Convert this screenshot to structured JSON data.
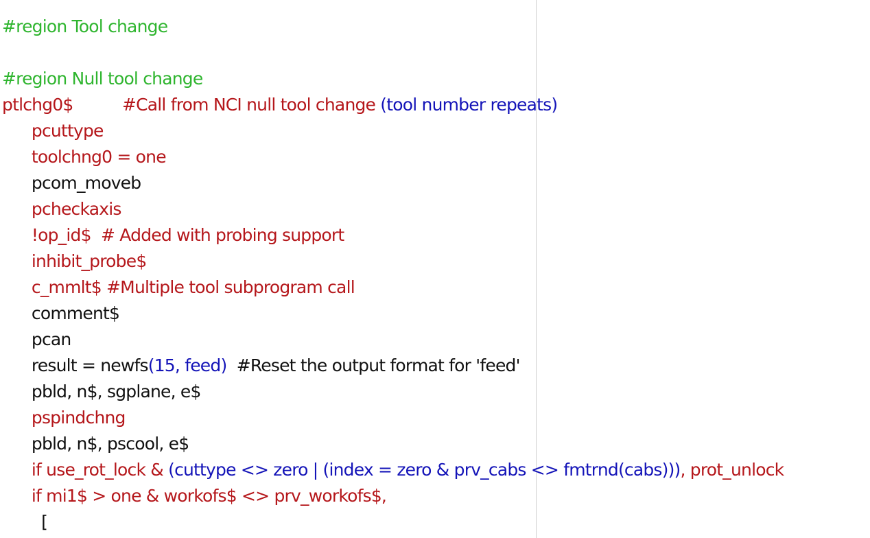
{
  "colors": {
    "region": "#2fb52f",
    "keyword_red": "#b5171b",
    "operand_blue": "#1414b8",
    "plain_black": "#111111",
    "margin_guide": "#cfcfcf",
    "background": "#ffffff"
  },
  "editor": {
    "lines": [
      [
        {
          "text": "#region Tool change",
          "color": "green"
        }
      ],
      [],
      [
        {
          "text": "#region Null tool change",
          "color": "green"
        }
      ],
      [
        {
          "text": "ptlchg0$          #Call from NCI null tool change ",
          "color": "red"
        },
        {
          "text": "(tool number repeats)",
          "color": "blue"
        }
      ],
      [
        {
          "text": "      pcuttype",
          "color": "red"
        }
      ],
      [
        {
          "text": "      toolchng0 = one",
          "color": "red"
        }
      ],
      [
        {
          "text": "      pcom_moveb",
          "color": "black"
        }
      ],
      [
        {
          "text": "      pcheckaxis",
          "color": "red"
        }
      ],
      [
        {
          "text": "      !op_id$  # Added with probing support",
          "color": "red"
        }
      ],
      [
        {
          "text": "      inhibit_probe$",
          "color": "red"
        }
      ],
      [
        {
          "text": "      c_mmlt$ #Multiple tool subprogram call",
          "color": "red"
        }
      ],
      [
        {
          "text": "      comment$",
          "color": "black"
        }
      ],
      [
        {
          "text": "      pcan",
          "color": "black"
        }
      ],
      [
        {
          "text": "      result = newfs",
          "color": "black"
        },
        {
          "text": "(15, feed)",
          "color": "blue"
        },
        {
          "text": "  #Reset the output format for 'feed'",
          "color": "black"
        }
      ],
      [
        {
          "text": "      pbld, n$, sgplane, e$",
          "color": "black"
        }
      ],
      [
        {
          "text": "      pspindchng",
          "color": "red"
        }
      ],
      [
        {
          "text": "      pbld, n$, pscool, e$",
          "color": "black"
        }
      ],
      [
        {
          "text": "      if use_rot_lock & ",
          "color": "red"
        },
        {
          "text": "(cuttype <> zero | (index = zero & prv_cabs <> fmtrnd(cabs)))",
          "color": "blue"
        },
        {
          "text": ", prot_unlock",
          "color": "red"
        }
      ],
      [
        {
          "text": "      if mi1$ > one & workofs$ <> prv_workofs$,",
          "color": "red"
        }
      ],
      [
        {
          "text": "        [",
          "color": "black"
        }
      ]
    ]
  }
}
